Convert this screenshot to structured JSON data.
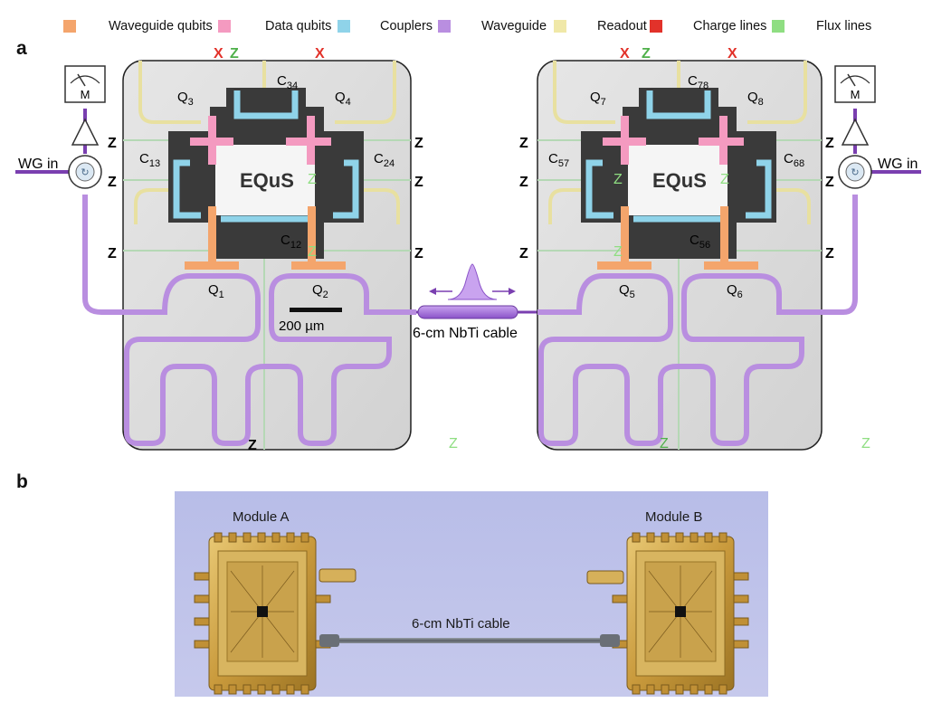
{
  "legend": [
    {
      "label": "Waveguide qubits",
      "color": "#f4a56c"
    },
    {
      "label": "Data qubits",
      "color": "#f49ac0"
    },
    {
      "label": "Couplers",
      "color": "#8fd3e9"
    },
    {
      "label": "Waveguide",
      "color": "#b98ee0"
    },
    {
      "label": "Readout",
      "color": "#f0e8a8"
    },
    {
      "label": "Charge lines",
      "color": "#e2322a"
    },
    {
      "label": "Flux lines",
      "color": "#8fde82"
    }
  ],
  "panels": {
    "a": "a",
    "b": "b"
  },
  "left_module": {
    "qubits": [
      {
        "main": "Q",
        "sub": "3"
      },
      {
        "main": "Q",
        "sub": "4"
      },
      {
        "main": "Q",
        "sub": "1"
      },
      {
        "main": "Q",
        "sub": "2"
      }
    ],
    "couplers": [
      {
        "main": "C",
        "sub": "34"
      },
      {
        "main": "C",
        "sub": "13"
      },
      {
        "main": "C",
        "sub": "24"
      },
      {
        "main": "C",
        "sub": "12"
      }
    ],
    "logo": "EQuS",
    "scale_bar": "200 µm",
    "wg_in": "WG in",
    "meter": "M"
  },
  "right_module": {
    "qubits": [
      {
        "main": "Q",
        "sub": "7"
      },
      {
        "main": "Q",
        "sub": "8"
      },
      {
        "main": "Q",
        "sub": "5"
      },
      {
        "main": "Q",
        "sub": "6"
      }
    ],
    "couplers": [
      {
        "main": "C",
        "sub": "78"
      },
      {
        "main": "C",
        "sub": "57"
      },
      {
        "main": "C",
        "sub": "68"
      },
      {
        "main": "C",
        "sub": "56"
      }
    ],
    "logo": "EQuS",
    "wg_in": "WG in",
    "meter": "M"
  },
  "line_marks": {
    "z": "Z",
    "x": "X"
  },
  "cable_label": "6-cm NbTi cable",
  "photo": {
    "module_a": "Module A",
    "module_b": "Module B",
    "cable_label": "6-cm NbTi cable"
  }
}
